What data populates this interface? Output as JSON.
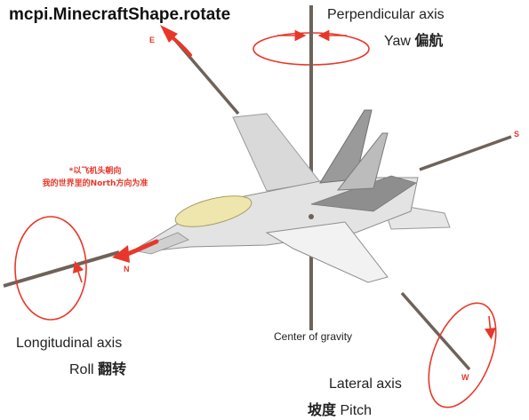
{
  "title": "mcpi.MinecraftShape.rotate",
  "axes": {
    "perpendicular": {
      "name": "Perpendicular axis",
      "rotation": "Yaw",
      "rotation_cn": "偏航"
    },
    "longitudinal": {
      "name": "Longitudinal axis",
      "rotation": "Roll",
      "rotation_cn": "翻转"
    },
    "lateral": {
      "name": "Lateral axis",
      "rotation": "Pitch",
      "rotation_cn": "坡度"
    }
  },
  "center_label": "Center of gravity",
  "note": {
    "line1": "*以飞机头朝向",
    "line2": "我的世界里的North方向为准"
  },
  "directions": {
    "north": "N",
    "south": "S",
    "east": "E",
    "west": "W"
  },
  "colors": {
    "accent": "#e8372a",
    "axis_line": "#6e6259",
    "airframe": "#e3e3e3",
    "airframe_dark": "#8e8e8e",
    "canopy": "#efe6ae"
  }
}
